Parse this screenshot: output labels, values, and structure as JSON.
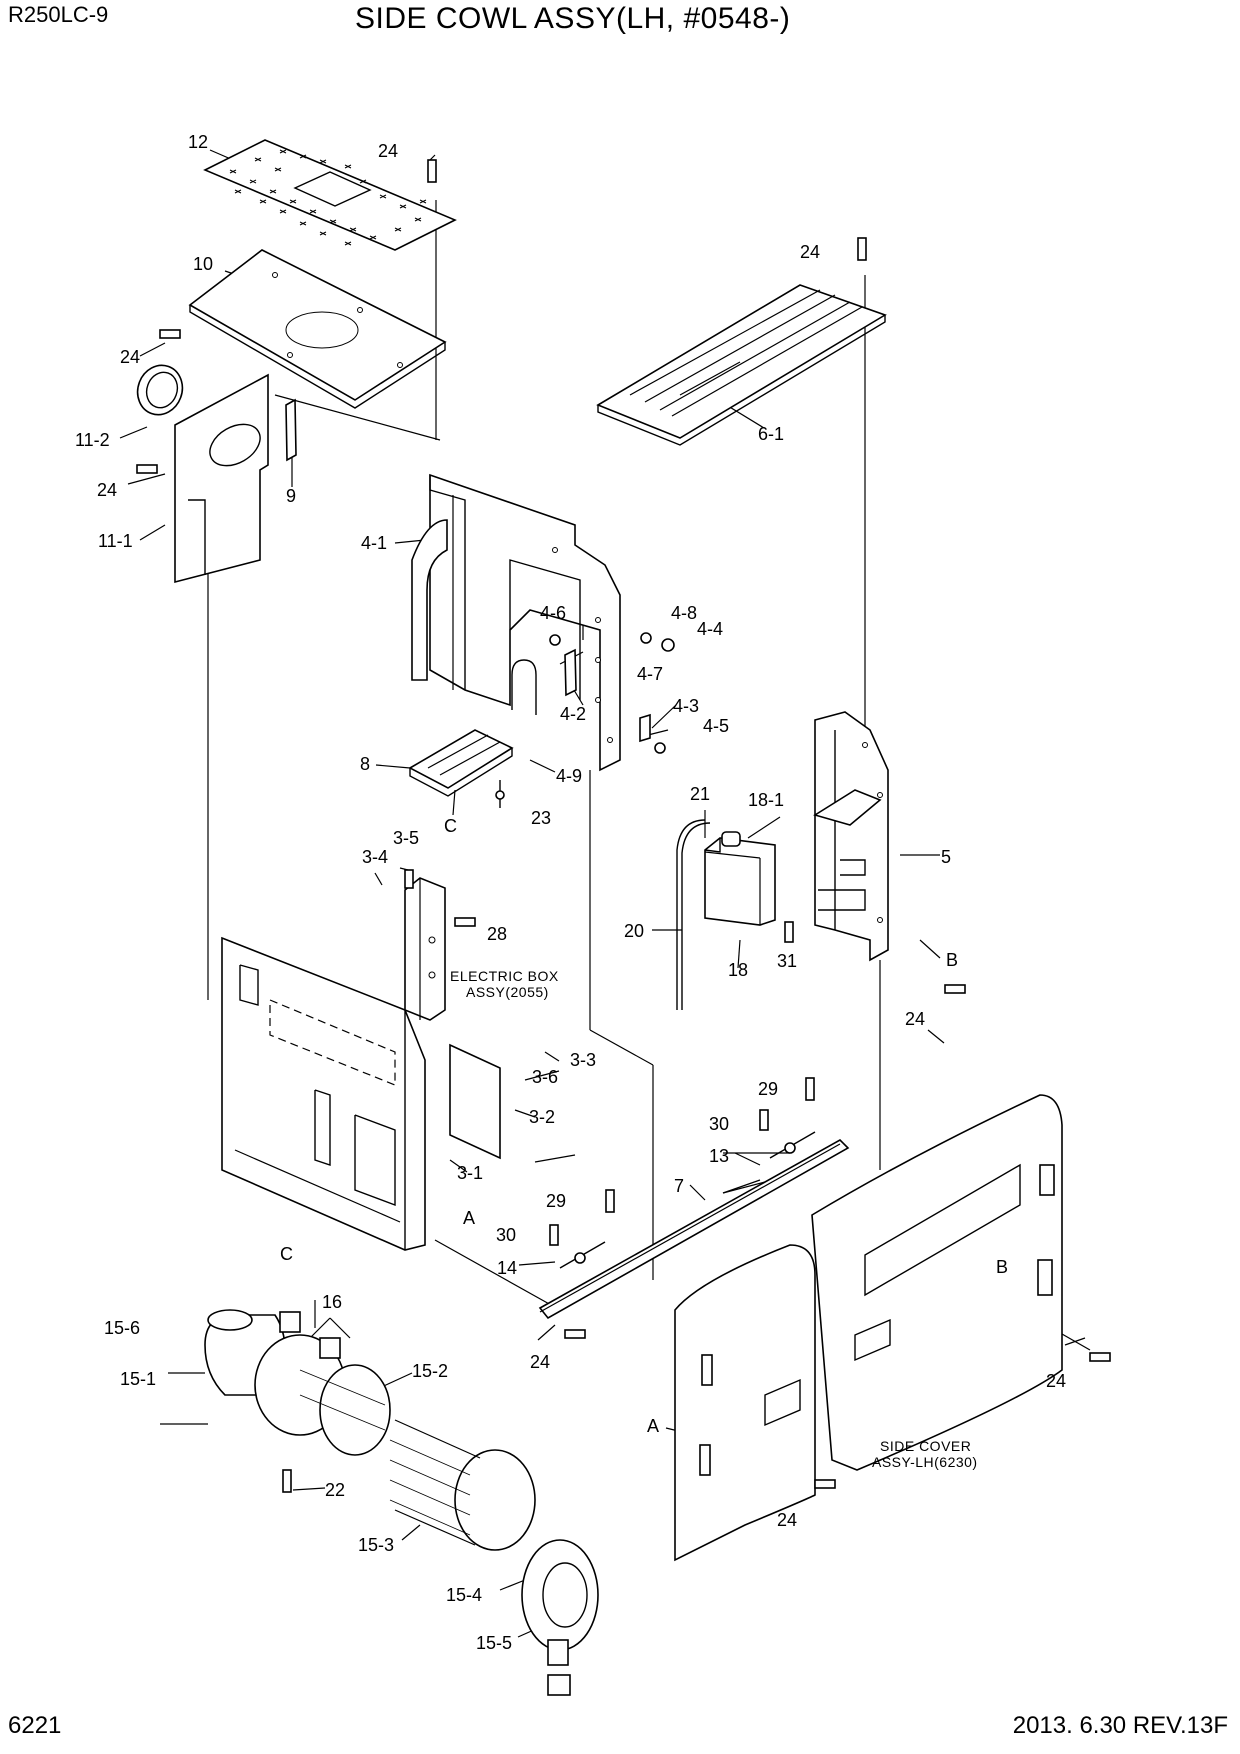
{
  "header": {
    "model": "R250LC-9",
    "title": "SIDE COWL ASSY(LH, #0548-)"
  },
  "footer": {
    "page_number": "6221",
    "revision": "2013. 6.30  REV.13F"
  },
  "labels": {
    "l12": "12",
    "l24a": "24",
    "l10": "10",
    "l24b": "24",
    "l11_2": "11-2",
    "l24c": "24",
    "l9": "9",
    "l11_1": "11-1",
    "l24d": "24",
    "l6_1": "6-1",
    "l4_1": "4-1",
    "l4_6": "4-6",
    "l4_8": "4-8",
    "l4_4": "4-4",
    "l4_7": "4-7",
    "l4_2": "4-2",
    "l4_3": "4-3",
    "l4_5": "4-5",
    "l8": "8",
    "l4_9": "4-9",
    "lC1": "C",
    "l23": "23",
    "l21": "21",
    "l18_1": "18-1",
    "l5": "5",
    "l3_5": "3-5",
    "l3_4": "3-4",
    "l28": "28",
    "l20": "20",
    "l18": "18",
    "l31": "31",
    "lB1": "B",
    "l24e": "24",
    "l3_3": "3-3",
    "l3_6": "3-6",
    "l3_2": "3-2",
    "l29a": "29",
    "l30a": "30",
    "l13": "13",
    "l3_1": "3-1",
    "l7": "7",
    "lA1": "A",
    "l29b": "29",
    "l30b": "30",
    "l14": "14",
    "lC2": "C",
    "l16": "16",
    "l15_6": "15-6",
    "l15_1": "15-1",
    "l15_2": "15-2",
    "lB2": "B",
    "l24f": "24",
    "l24g": "24",
    "lA2": "A",
    "l22": "22",
    "l24h": "24",
    "l15_3": "15-3",
    "l15_4": "15-4",
    "l15_5": "15-5"
  },
  "notes": {
    "electric_box_line1": "ELECTRIC BOX",
    "electric_box_line2": "ASSY(2055)",
    "side_cover_line1": "SIDE COVER",
    "side_cover_line2": "ASSY-LH(6230)"
  }
}
